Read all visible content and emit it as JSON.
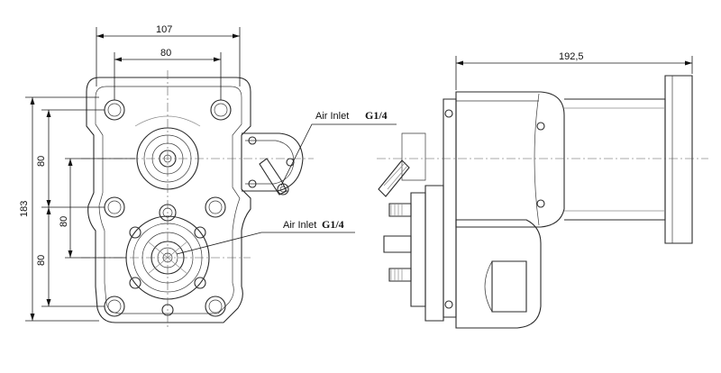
{
  "dimensions": {
    "front_overall_width": "107",
    "front_bolt_spacing": "80",
    "front_overall_height": "183",
    "front_upper_vertical": "80",
    "front_mid_vertical": "80",
    "front_lower_vertical": "80",
    "side_overall_length": "192,5"
  },
  "callouts": {
    "upper_inlet_label": "Air Inlet",
    "upper_inlet_thread": "G1/4",
    "lower_inlet_label": "Air Inlet",
    "lower_inlet_thread": "G1/4"
  }
}
